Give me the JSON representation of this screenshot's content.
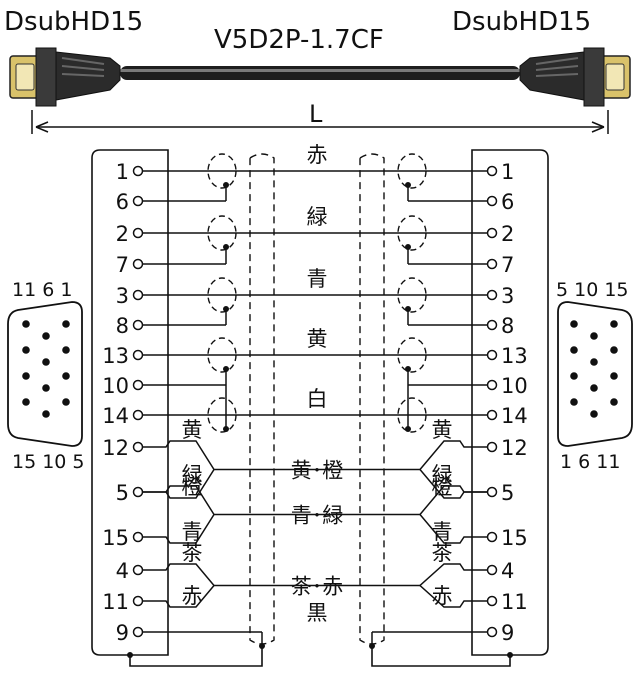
{
  "header": {
    "left_connector": "DsubHD15",
    "right_connector": "DsubHD15",
    "model": "V5D2P-1.7CF",
    "length_label": "L"
  },
  "left_face": {
    "top_labels": "11 6 1",
    "bottom_labels": "15 10 5"
  },
  "right_face": {
    "top_labels": "5 10 15",
    "bottom_labels": "1 6 11"
  },
  "pins": [
    "1",
    "6",
    "2",
    "7",
    "3",
    "8",
    "13",
    "10",
    "14",
    "12",
    "5",
    "15",
    "4",
    "11",
    "9"
  ],
  "coax_colors": [
    "赤",
    "緑",
    "青",
    "黄",
    "白"
  ],
  "pair_left": [
    [
      "黄",
      "橙"
    ],
    [
      "緑",
      "青"
    ],
    [
      "茶",
      "赤"
    ]
  ],
  "pair_right": [
    [
      "黄",
      "橙"
    ],
    [
      "緑",
      "青"
    ],
    [
      "茶",
      "赤"
    ]
  ],
  "pair_mid": [
    "黄･橙",
    "青･緑",
    "茶･赤"
  ],
  "drain_label": "黒",
  "colors": {
    "line": "#111111",
    "cable": "#1a1a1a"
  }
}
